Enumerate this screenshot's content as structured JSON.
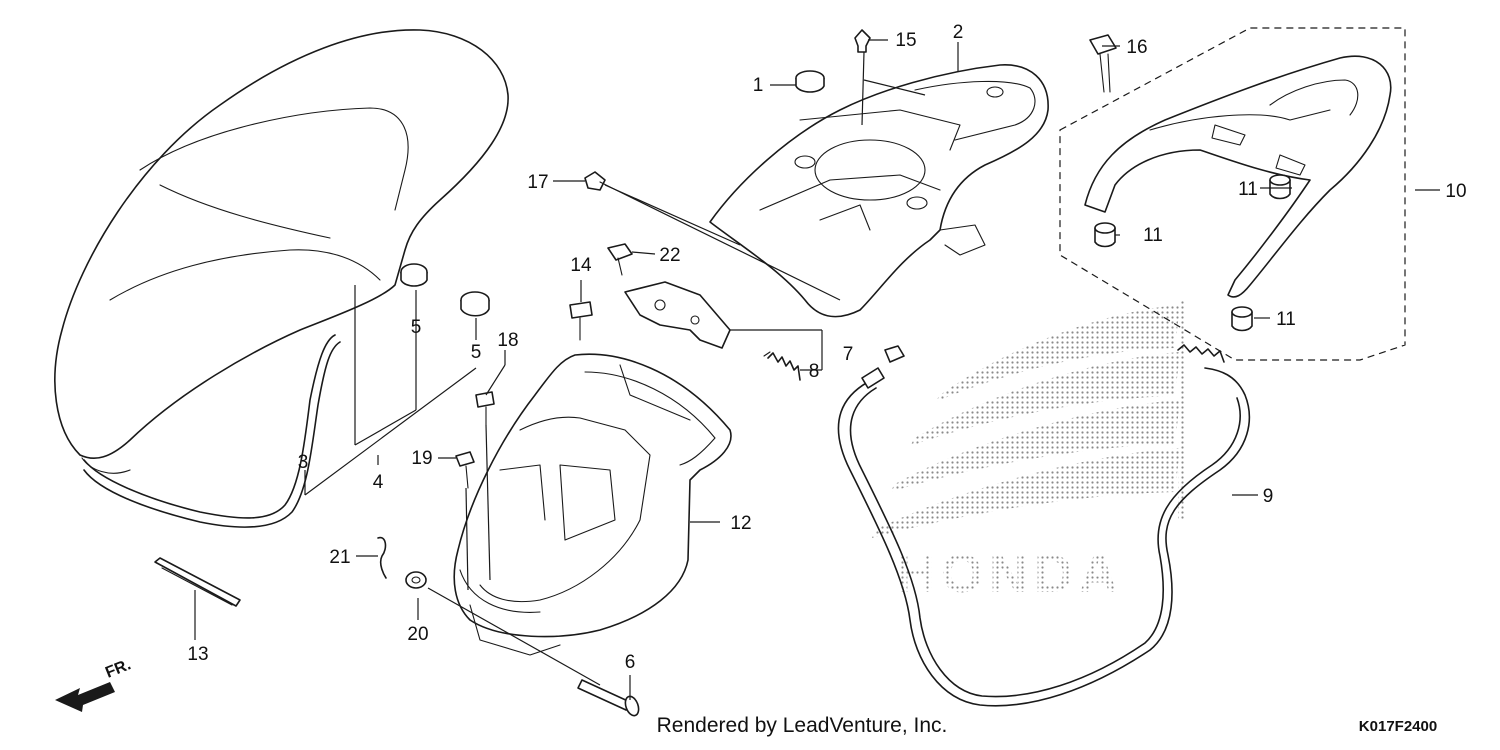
{
  "diagram": {
    "callouts": [
      {
        "id": "1",
        "label": "1"
      },
      {
        "id": "2",
        "label": "2"
      },
      {
        "id": "3",
        "label": "3"
      },
      {
        "id": "4",
        "label": "4"
      },
      {
        "id": "5a",
        "label": "5"
      },
      {
        "id": "5b",
        "label": "5"
      },
      {
        "id": "6",
        "label": "6"
      },
      {
        "id": "7",
        "label": "7"
      },
      {
        "id": "8",
        "label": "8"
      },
      {
        "id": "9",
        "label": "9"
      },
      {
        "id": "10",
        "label": "10"
      },
      {
        "id": "11a",
        "label": "11"
      },
      {
        "id": "11b",
        "label": "11"
      },
      {
        "id": "11c",
        "label": "11"
      },
      {
        "id": "12",
        "label": "12"
      },
      {
        "id": "13",
        "label": "13"
      },
      {
        "id": "14",
        "label": "14"
      },
      {
        "id": "15",
        "label": "15"
      },
      {
        "id": "16",
        "label": "16"
      },
      {
        "id": "17",
        "label": "17"
      },
      {
        "id": "18",
        "label": "18"
      },
      {
        "id": "19",
        "label": "19"
      },
      {
        "id": "20",
        "label": "20"
      },
      {
        "id": "21",
        "label": "21"
      },
      {
        "id": "22",
        "label": "22"
      }
    ],
    "direction_label": "FR.",
    "watermark_text": "HONDA",
    "footer_credit": "Rendered by LeadVenture, Inc.",
    "diagram_code": "K017F2400",
    "icons": [
      "front-direction-arrow-icon",
      "honda-wing-watermark-icon"
    ]
  }
}
